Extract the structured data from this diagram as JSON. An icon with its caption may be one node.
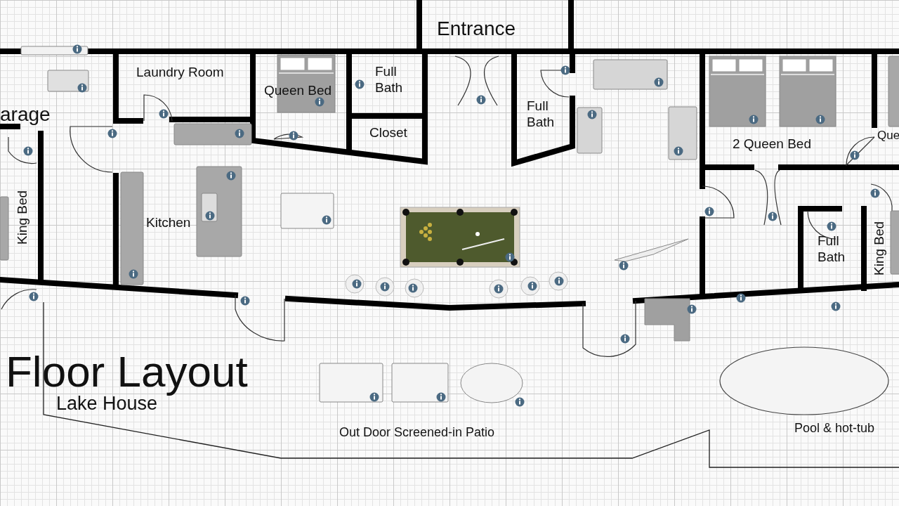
{
  "diagram": {
    "title": "Floor Layout",
    "labels": [
      "Entrance",
      "Laundry Room",
      "Queen Bed",
      "Full Bath",
      "arage",
      "Closet",
      "Full Bath",
      "2 Queen Bed",
      "Que",
      "Kitchen",
      "King Bed",
      "Full Bath",
      "King Bed",
      "Lake House",
      "Out Door Screened-in Patio",
      "Pool & hot-tub"
    ]
  }
}
